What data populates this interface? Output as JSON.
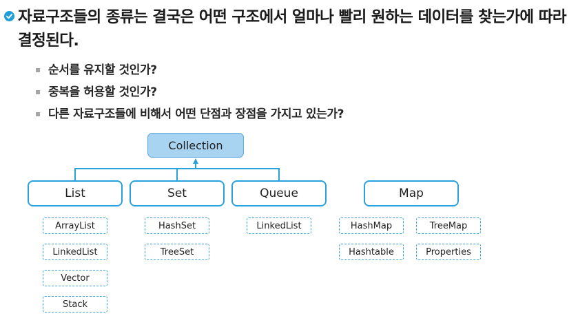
{
  "headline": {
    "icon": "check-circle-icon",
    "text": "자료구조들의 종류는 결국은 어떤 구조에서 얼마나 빨리 원하는 데이터를 찾는가에 따라 결정된다."
  },
  "questions": [
    "순서를 유지할 것인가?",
    "중복을 허용할 것인가?",
    "다른 자료구조들에 비해서 어떤 단점과 장점을 가지고 있는가?"
  ],
  "diagram": {
    "root": "Collection",
    "collection_children": [
      "List",
      "Set",
      "Queue"
    ],
    "separate": "Map",
    "implementations": {
      "list": [
        "ArrayList",
        "LinkedList",
        "Vector",
        "Stack"
      ],
      "set": [
        "HashSet",
        "TreeSet"
      ],
      "queue": [
        "LinkedList"
      ],
      "map": [
        "HashMap",
        "TreeMap",
        "Hashtable",
        "Properties"
      ]
    }
  },
  "colors": {
    "accent": "#27a2dd",
    "root_fill": "#a8d3f1",
    "text": "#1a1a1a"
  }
}
